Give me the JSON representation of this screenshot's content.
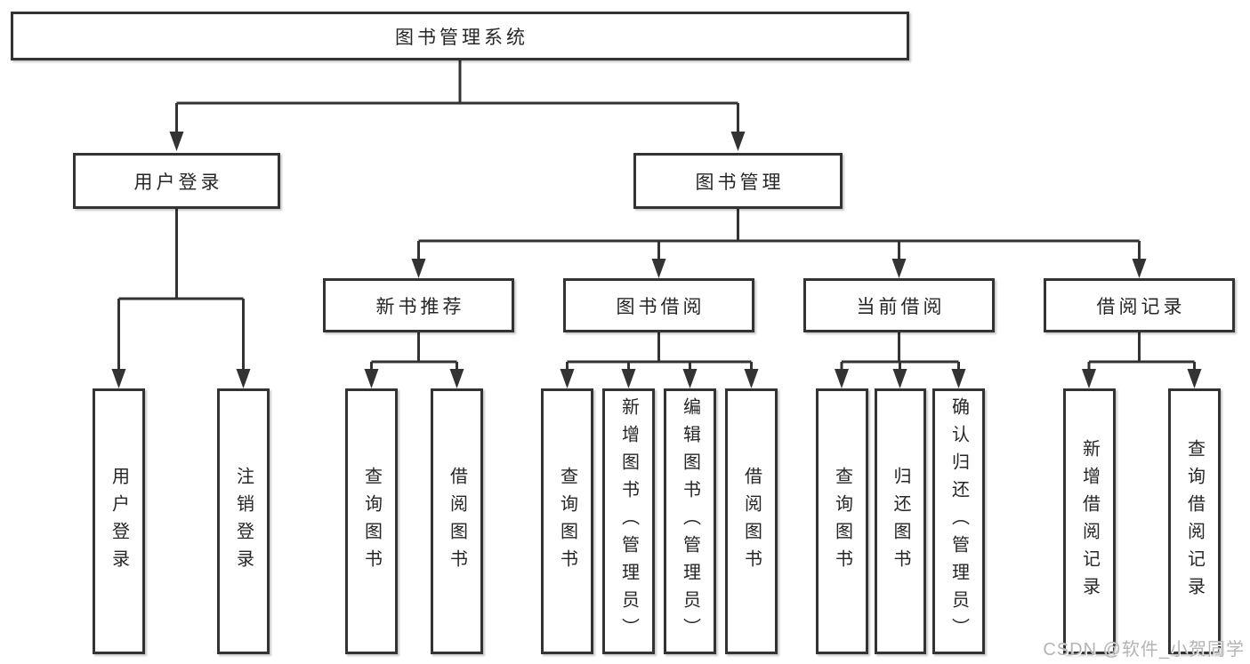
{
  "diagram_type": "hierarchy-tree",
  "colors": {
    "line": "#333333",
    "box_border": "#333333",
    "box_fill": "#ffffff",
    "text": "#262626",
    "watermark": "#b4b4b4",
    "background": "#ffffff"
  },
  "tree": {
    "label": "图书管理系统",
    "children": [
      {
        "label": "用户登录",
        "children": [
          {
            "label": "用户登录"
          },
          {
            "label": "注销登录"
          }
        ]
      },
      {
        "label": "图书管理",
        "children": [
          {
            "label": "新书推荐",
            "children": [
              {
                "label": "查询图书"
              },
              {
                "label": "借阅图书"
              }
            ]
          },
          {
            "label": "图书借阅",
            "children": [
              {
                "label": "查询图书"
              },
              {
                "label": "新增图书（管理员）"
              },
              {
                "label": "编辑图书（管理员）"
              },
              {
                "label": "借阅图书"
              }
            ]
          },
          {
            "label": "当前借阅",
            "children": [
              {
                "label": "查询图书"
              },
              {
                "label": "归还图书"
              },
              {
                "label": "确认归还（管理员）"
              }
            ]
          },
          {
            "label": "借阅记录",
            "children": [
              {
                "label": "新增借阅记录"
              },
              {
                "label": "查询借阅记录"
              }
            ]
          }
        ]
      }
    ]
  },
  "watermark": {
    "text": "CSDN @软件_小贺同学"
  }
}
